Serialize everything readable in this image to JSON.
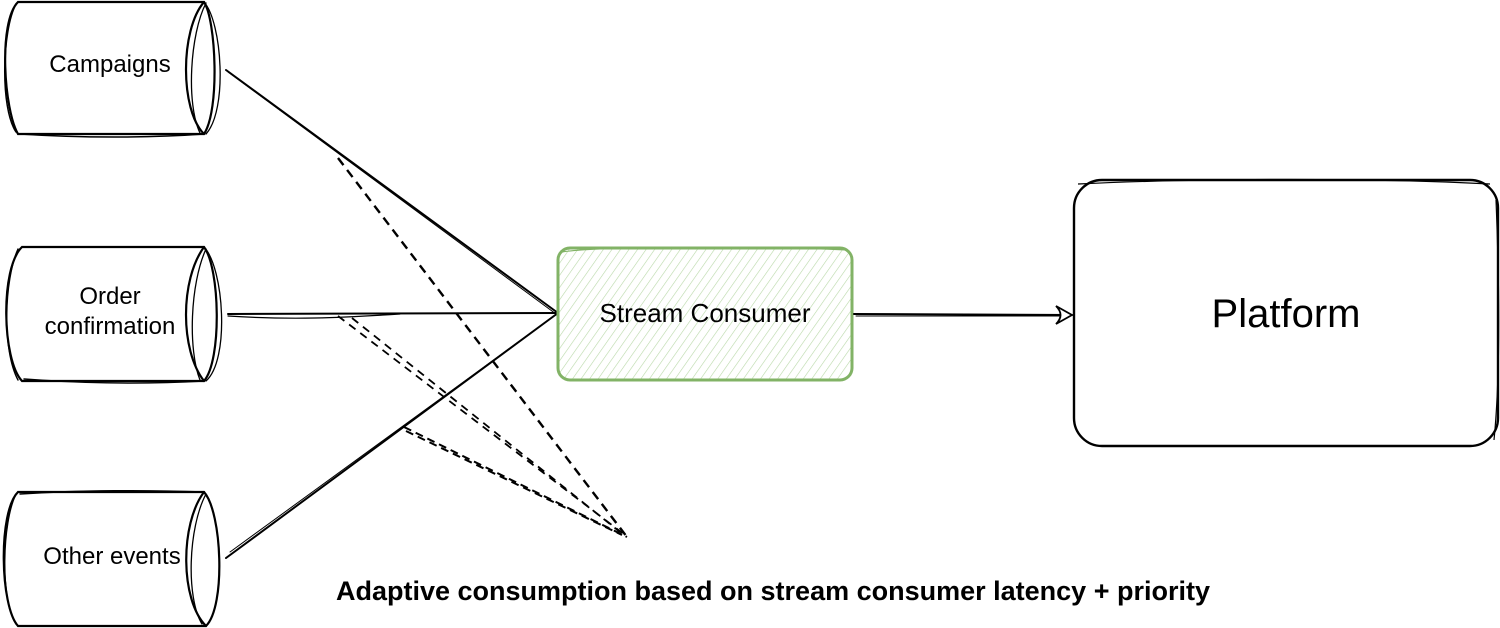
{
  "diagram": {
    "sources": [
      {
        "id": "campaigns",
        "label": "Campaigns"
      },
      {
        "id": "order-confirmation",
        "label": "Order confirmation"
      },
      {
        "id": "other-events",
        "label": "Other events"
      }
    ],
    "consumer": {
      "label": "Stream Consumer"
    },
    "platform": {
      "label": "Platform"
    },
    "caption": "Adaptive consumption based on stream consumer latency + priority",
    "colors": {
      "stroke": "#000000",
      "consumer_border": "#82b366",
      "consumer_hatch": "#b9d8a8"
    },
    "edges": [
      {
        "from": "campaigns",
        "to": "consumer",
        "style": "solid"
      },
      {
        "from": "order-confirmation",
        "to": "consumer",
        "style": "solid"
      },
      {
        "from": "other-events",
        "to": "consumer",
        "style": "solid"
      },
      {
        "from": "consumer",
        "to": "platform",
        "style": "arrow"
      },
      {
        "from": "campaigns-edge",
        "to": "caption",
        "style": "dashed"
      },
      {
        "from": "order-confirmation-edge",
        "to": "caption",
        "style": "dashed"
      },
      {
        "from": "other-events-edge",
        "to": "caption",
        "style": "dashed"
      }
    ]
  }
}
